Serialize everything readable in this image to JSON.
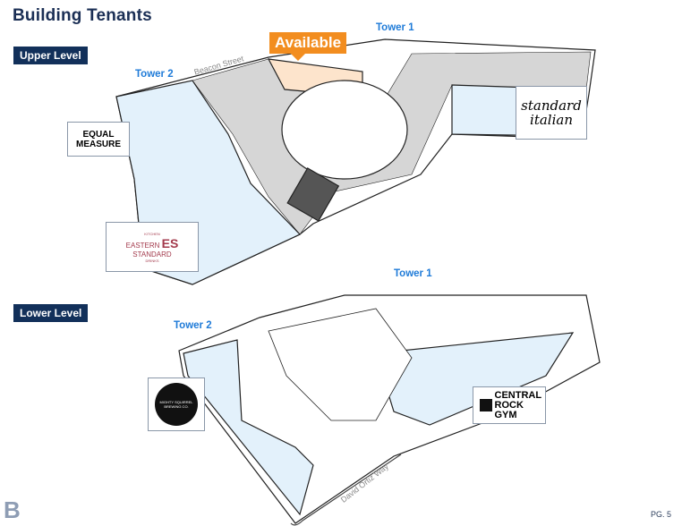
{
  "header": {
    "title": "Building Tenants"
  },
  "upper": {
    "label": "Upper Level",
    "tower1": "Tower 1",
    "tower2": "Tower 2",
    "street": "Beacon Street",
    "available": "Available",
    "tenants": {
      "equal_measure": "EQUAL MEASURE",
      "eastern_standard": {
        "name_left": "EASTERN",
        "initials": "ES",
        "name_right": "STANDARD",
        "top": "KITCHEN",
        "bottom": "DRINKS"
      },
      "standard_italian": "standard italian"
    }
  },
  "lower": {
    "label": "Lower Level",
    "tower1": "Tower 1",
    "tower2": "Tower 2",
    "street": "David Ortiz Way",
    "tenants": {
      "mighty_squirrel": "MIGHTY SQUIRREL BREWING CO.",
      "central_rock_gym": "CENTRAL ROCK GYM"
    }
  },
  "footer": {
    "page": "PG. 5",
    "logo": "B"
  },
  "colors": {
    "navy": "#12305a",
    "blue": "#1f7bd8",
    "orange": "#f28d1f",
    "tenant_fill": "#e3f1fb",
    "available_fill": "#fde4cc"
  }
}
